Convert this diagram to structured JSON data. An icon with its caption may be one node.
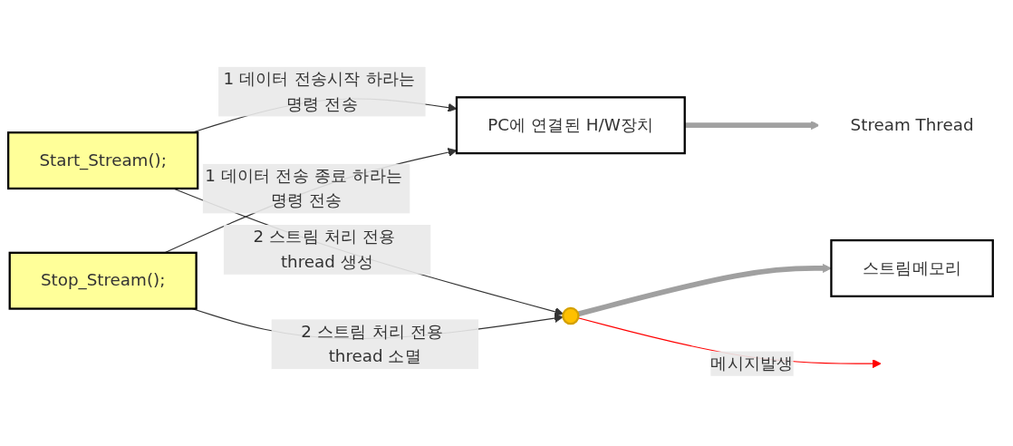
{
  "diagram": {
    "nodes": [
      {
        "text": [
          "Start_Stream();"
        ]
      },
      {
        "text": [
          "PC에 연결된 H/W장치"
        ]
      },
      {
        "text": [
          "Stream Thread"
        ]
      },
      {
        "text": [],
        "shape": "circle"
      },
      {
        "text": [
          "스트림메모리"
        ]
      },
      {
        "text": [
          "Stop_Stream();"
        ]
      }
    ],
    "edges": [
      {
        "from": 0,
        "to": 1,
        "arrow": "to",
        "label": "1 데이터 전송시작 하라는 명령 전송"
      },
      {
        "from": 5,
        "to": 1,
        "arrow": "to",
        "label": "1 데이터 전송 종료 하라는 명령 전송"
      },
      {
        "from": 1,
        "to": 2,
        "arrow": "to",
        "style": "thick",
        "color": "#a0a0a0"
      },
      {
        "from": 0,
        "to": 3,
        "arrow": "to",
        "label": "2 스트림 처리 전용 thread 생성"
      },
      {
        "from": 5,
        "to": 3,
        "arrow": "to",
        "label": "2 스트림 처리 전용 thread 소멸"
      },
      {
        "from": 3,
        "to": 4,
        "arrow": "to",
        "style": "thick",
        "color": "#a0a0a0"
      },
      {
        "from": 3,
        "to": null,
        "arrow": "to",
        "label": "메시지발생",
        "color": "#ff0000"
      }
    ]
  }
}
